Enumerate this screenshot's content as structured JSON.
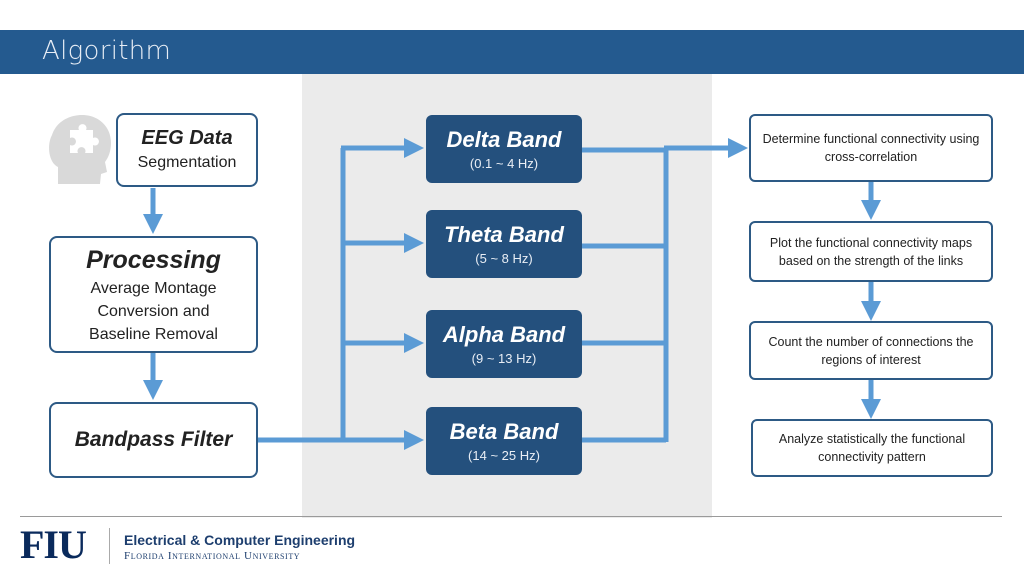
{
  "header": {
    "title": "Algorithm"
  },
  "left": {
    "eeg": {
      "title": "EEG Data",
      "subtitle": "Segmentation"
    },
    "processing": {
      "title": "Processing",
      "lines": [
        "Average Montage",
        "Conversion and",
        "Baseline Removal"
      ]
    },
    "filter": {
      "title": "Bandpass Filter"
    }
  },
  "bands": [
    {
      "name": "Delta Band",
      "range": "(0.1 ~ 4 Hz)"
    },
    {
      "name": "Theta Band",
      "range": "(5 ~ 8 Hz)"
    },
    {
      "name": "Alpha Band",
      "range": "(9 ~ 13 Hz)"
    },
    {
      "name": "Beta Band",
      "range": "(14 ~ 25 Hz)"
    }
  ],
  "steps": [
    "Determine functional connectivity using cross-correlation",
    "Plot the functional connectivity maps based on the strength of the links",
    "Count the number of connections the regions of interest",
    "Analyze statistically the functional connectivity pattern"
  ],
  "footer": {
    "logo_text": "FIU",
    "department": "Electrical & Computer Engineering",
    "university": "Florida International University"
  },
  "colors": {
    "header": "#245a8f",
    "band": "#24507d",
    "arrow": "#5b9bd5",
    "border": "#2d5a85"
  },
  "icons": {
    "head": "head-puzzle-icon"
  }
}
